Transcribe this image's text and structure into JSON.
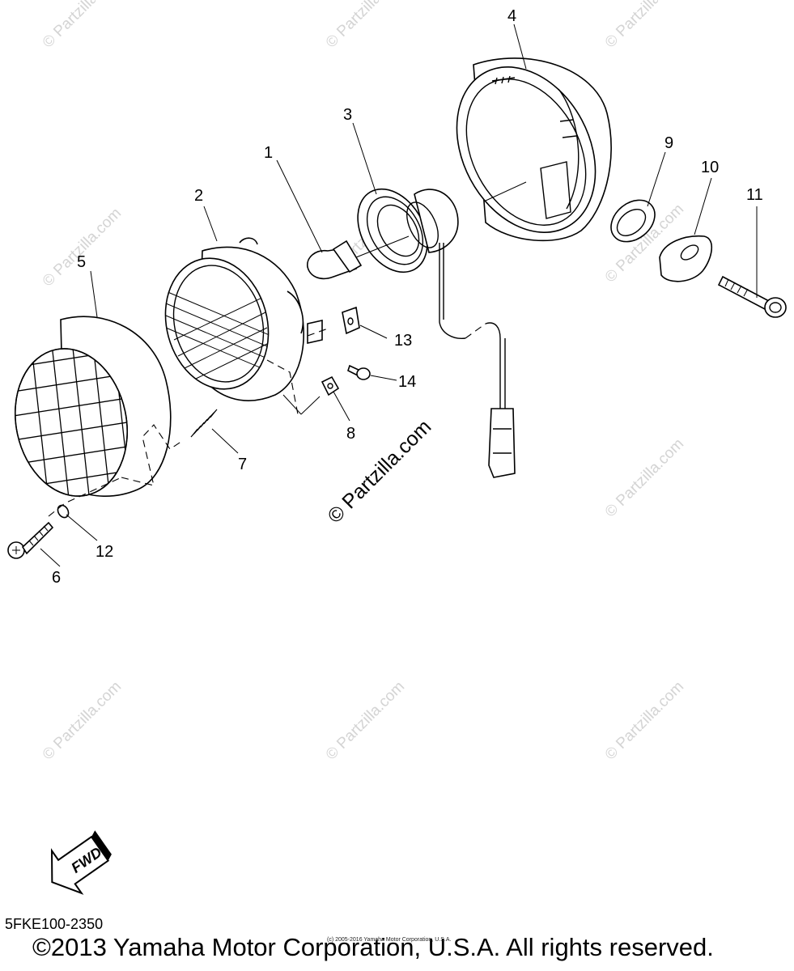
{
  "watermark": {
    "text": "© Partzilla.com",
    "large_text": "© Partzilla.com"
  },
  "callouts": {
    "p1": "1",
    "p2": "2",
    "p3": "3",
    "p4": "4",
    "p5": "5",
    "p6": "6",
    "p7": "7",
    "p8": "8",
    "p9": "9",
    "p10": "10",
    "p11": "11",
    "p12": "12",
    "p13": "13",
    "p14": "14"
  },
  "fwd_arrow": {
    "label": "FWD"
  },
  "footer": {
    "diagram_code": "5FKE100-2350",
    "small_copyright": "(c) 2005-2016 Yamaha Motor Corporation, U.S.A.",
    "copyright": "©2013 Yamaha Motor Corporation, U.S.A. All rights reserved."
  }
}
